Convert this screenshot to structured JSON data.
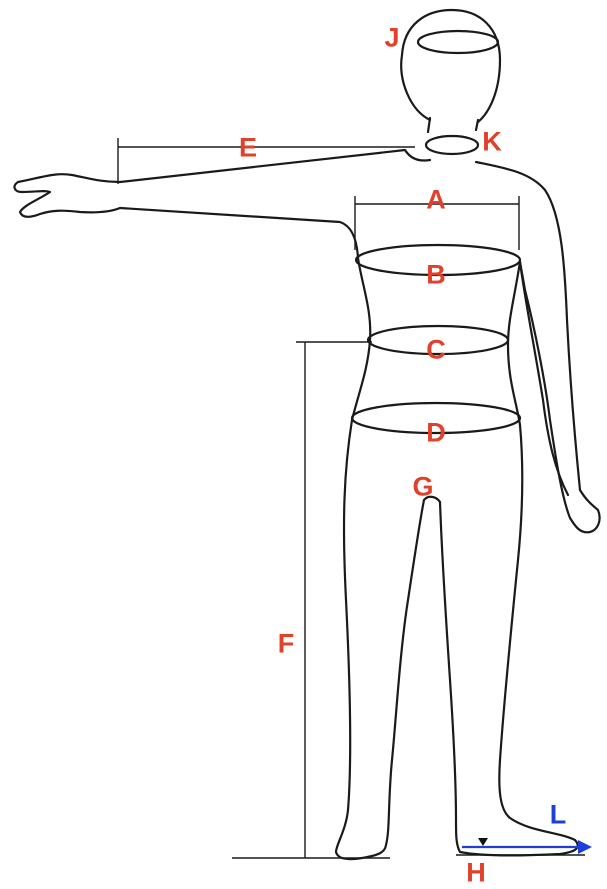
{
  "diagram": {
    "labels": {
      "a": "A",
      "b": "B",
      "c": "C",
      "d": "D",
      "e": "E",
      "f": "F",
      "g": "G",
      "h": "H",
      "j": "J",
      "k": "K",
      "l": "L"
    },
    "colors": {
      "label": "#e2402a",
      "blue_label": "#1f3fd9",
      "arrow": "#1f3fd9",
      "outline": "#1a1a1a"
    }
  }
}
